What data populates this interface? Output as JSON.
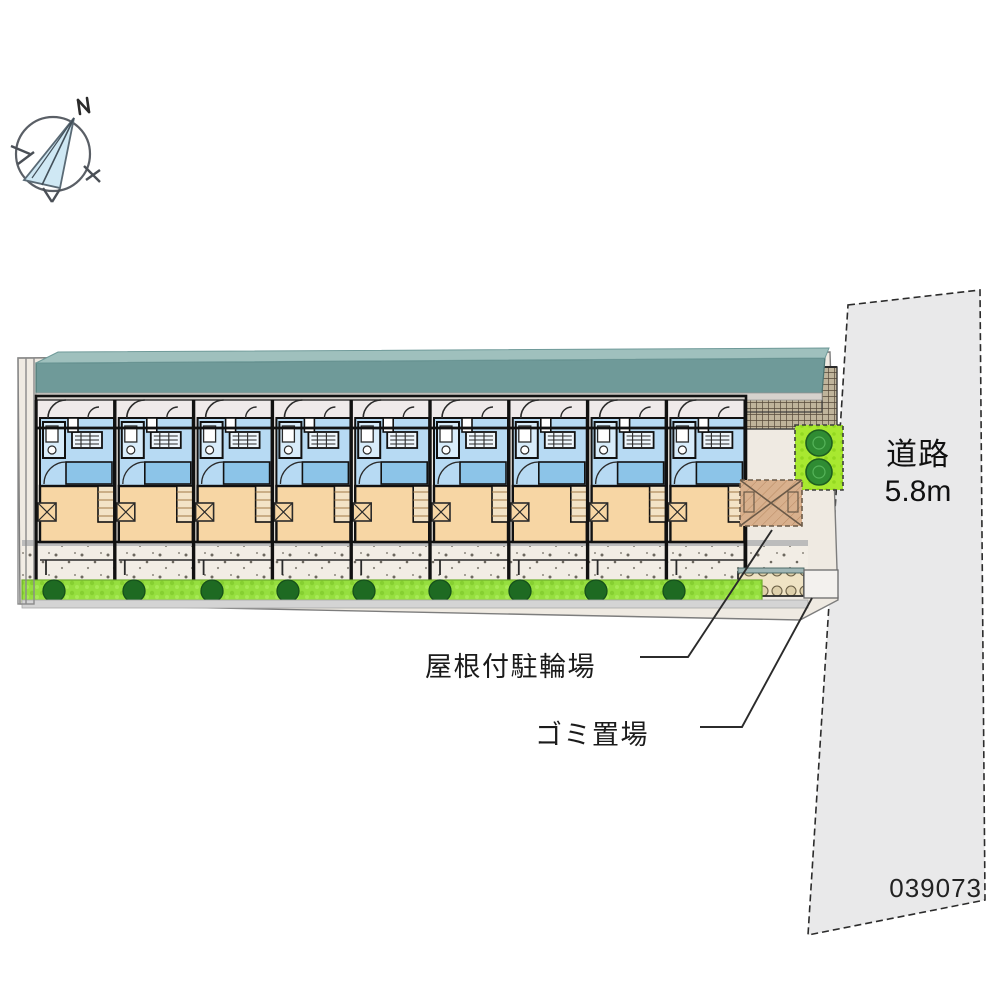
{
  "meta": {
    "doc_type": "site-plan",
    "id_number": "039073"
  },
  "compass": {
    "name": "north-arrow",
    "label": "N"
  },
  "road": {
    "line1": "道路",
    "line2": "5.8m"
  },
  "callouts": [
    {
      "id": "bike",
      "label": "屋根付駐輪場"
    },
    {
      "id": "trash",
      "label": "ゴミ置場"
    }
  ],
  "building": {
    "unit_count": 9,
    "rows": [
      {
        "name": "upper-wet-row",
        "color": "#b7daf3"
      },
      {
        "name": "lower-tatami-row",
        "color": "#f7d6a4"
      }
    ]
  },
  "colors": {
    "roof": "#6f9a99",
    "roof_light": "#9fc0bd",
    "wet_area": "#b7daf3",
    "wet_area_dark": "#8cc4e8",
    "tatami": "#f7d6a4",
    "tatami_line": "#c69a5c",
    "hedge": "#96df3f",
    "tree": "#2f8c33",
    "planter": "#a8e830",
    "deck": "#cfa582",
    "road_fill": "#e9e9ea",
    "site_fill": "#f2eee8",
    "corridor": "#efeaea",
    "grid_roof": "#8b7a5e",
    "outline": "#111111"
  },
  "legend_note": ""
}
